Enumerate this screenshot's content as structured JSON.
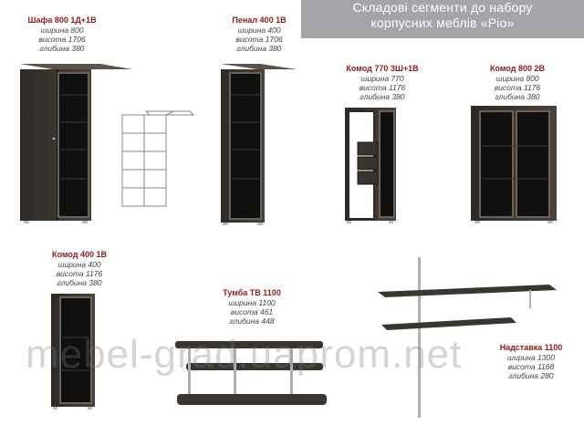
{
  "banner": {
    "line1": "Складові сегменти до набору",
    "line2": "корпусних меблів «Ріо»"
  },
  "items": [
    {
      "title": "Шафа 800 1Д+1В",
      "width": "ширина 800",
      "height": "висота 1706",
      "depth": "глибина 380"
    },
    {
      "title": "Пенал 400 1В",
      "width": "ширина 400",
      "height": "висота 1706",
      "depth": "глибина 380"
    },
    {
      "title": "Комод 770 3Ш+1В",
      "width": "ширина 770",
      "height": "висота 1176",
      "depth": "глибина 380"
    },
    {
      "title": "Комод 800 2В",
      "width": "ширина 800",
      "height": "висота 1176",
      "depth": "глибина 380"
    },
    {
      "title": "Комод 400 1В",
      "width": "ширина 400",
      "height": "висота 1176",
      "depth": "глибина 380"
    },
    {
      "title": "Тумба ТВ 1100",
      "width": "ширина 1100",
      "height": "висота 461",
      "depth": "глибина 448"
    },
    {
      "title": "Надставка 1100",
      "width": "ширина 1300",
      "height": "висота 1168",
      "depth": "глибина 280"
    }
  ],
  "watermark": "mebel-grad.uaprom.net",
  "colors": {
    "banner": "#a4a5a9",
    "wood": "#3b3530",
    "title": "#8b1d17"
  }
}
